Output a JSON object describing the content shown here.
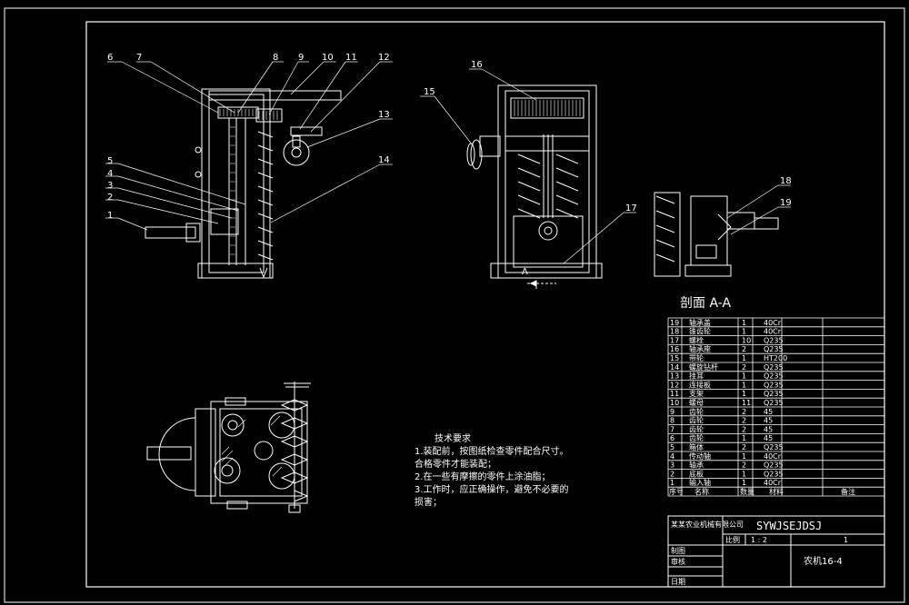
{
  "title_block": {
    "drawing_code": "SYWJSEJDSJ",
    "scale_label": "比例",
    "scale_value": "1 : 2",
    "sheet_number": "1",
    "drawing_name": "农机16-4",
    "draw_label": "制图",
    "review_label": "审核",
    "date_label": "日期"
  },
  "section_label": "剖面 A-A",
  "section_mark": "A",
  "notes": {
    "heading": "技术要求",
    "items": [
      "1.装配前，按图纸检查零件配合尺寸。",
      "合格零件才能装配；",
      "2.在一些有摩擦的零件上涂油脂；",
      "3.工作时，应正确操作，避免不必要的",
      "损害；"
    ]
  },
  "balloons": [
    "1",
    "2",
    "3",
    "4",
    "5",
    "6",
    "7",
    "8",
    "9",
    "10",
    "11",
    "12",
    "13",
    "14",
    "15",
    "16",
    "17",
    "18",
    "19"
  ],
  "bom": {
    "header": {
      "no": "序号",
      "name": "名称",
      "qty": "数量",
      "material": "材料",
      "remark": "备注"
    },
    "rows": [
      {
        "no": "19",
        "name": "轴承盖",
        "qty": "1",
        "material": "40Cr"
      },
      {
        "no": "18",
        "name": "锥齿轮",
        "qty": "1",
        "material": "40Cr"
      },
      {
        "no": "17",
        "name": "螺栓",
        "qty": "10",
        "material": "Q235"
      },
      {
        "no": "16",
        "name": "轴承座",
        "qty": "2",
        "material": "Q235"
      },
      {
        "no": "15",
        "name": "带轮",
        "qty": "1",
        "material": "HT200"
      },
      {
        "no": "14",
        "name": "螺旋钻杆",
        "qty": "2",
        "material": "Q235"
      },
      {
        "no": "13",
        "name": "挂耳",
        "qty": "1",
        "material": "Q235"
      },
      {
        "no": "12",
        "name": "连接板",
        "qty": "1",
        "material": "Q235"
      },
      {
        "no": "11",
        "name": "支架",
        "qty": "1",
        "material": "Q235"
      },
      {
        "no": "10",
        "name": "螺母",
        "qty": "11",
        "material": "Q235"
      },
      {
        "no": "9",
        "name": "齿轮",
        "qty": "2",
        "material": "45"
      },
      {
        "no": "8",
        "name": "齿轮",
        "qty": "2",
        "material": "45"
      },
      {
        "no": "7",
        "name": "齿轮",
        "qty": "2",
        "material": "45"
      },
      {
        "no": "6",
        "name": "齿轮",
        "qty": "1",
        "material": "45"
      },
      {
        "no": "5",
        "name": "箱体",
        "qty": "2",
        "material": "Q235"
      },
      {
        "no": "4",
        "name": "传动轴",
        "qty": "1",
        "material": "40Cr"
      },
      {
        "no": "3",
        "name": "轴承",
        "qty": "2",
        "material": "Q235"
      },
      {
        "no": "2",
        "name": "底板",
        "qty": "1",
        "material": "Q235"
      },
      {
        "no": "1",
        "name": "输入轴",
        "qty": "1",
        "material": "40Cr"
      }
    ]
  },
  "company_line": "某某农业机械有限公司"
}
